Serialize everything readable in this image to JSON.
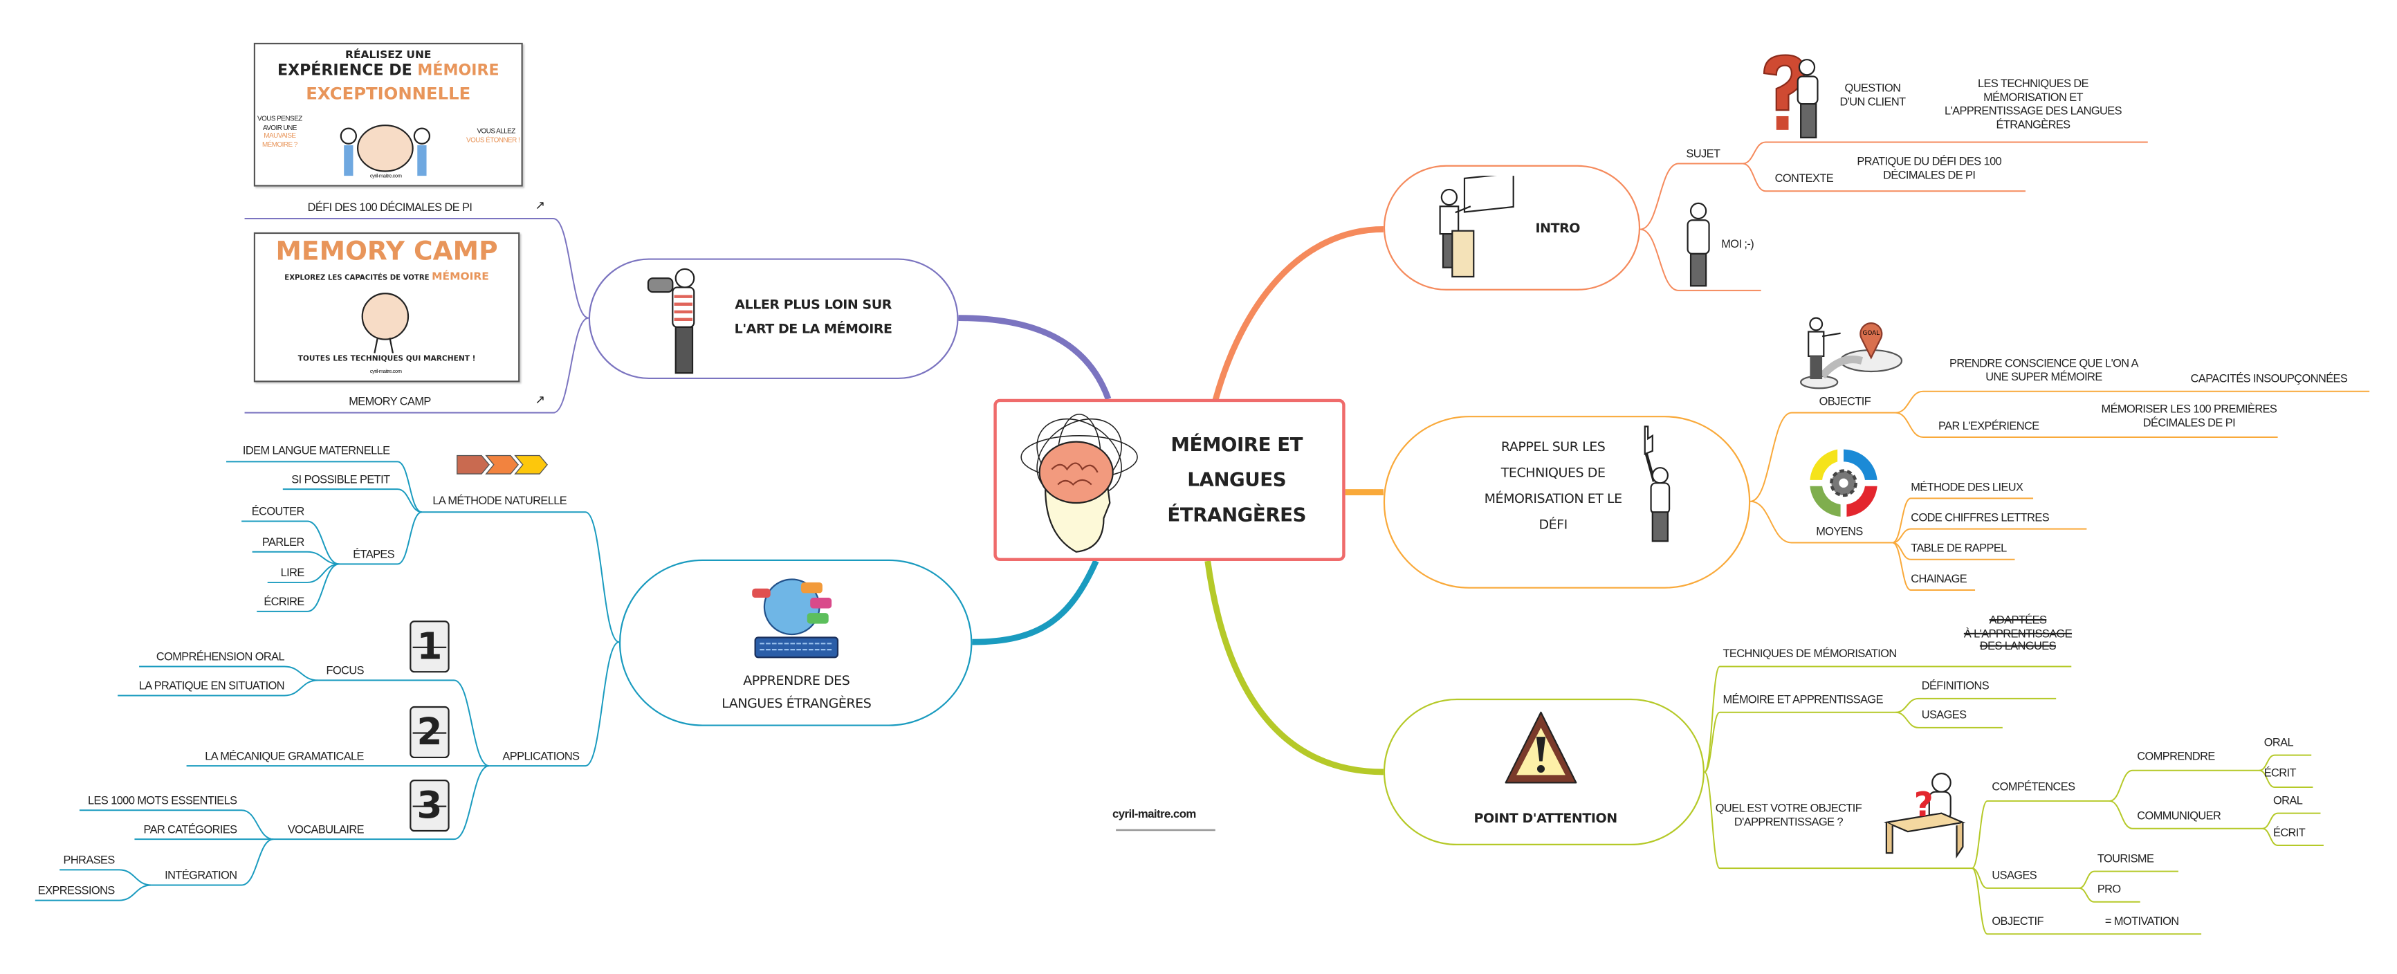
{
  "colors": {
    "center": "#ef6b6b",
    "intro": "#f58a5c",
    "rappel": "#f9a93a",
    "attention": "#b5c928",
    "aller": "#7b74c0",
    "apprendre": "#1a9bbf"
  },
  "center": {
    "title": "MÉMOIRE ET\nLANGUES\nÉTRANGÈRES"
  },
  "intro": {
    "title": "INTRO",
    "sujet": "SUJET",
    "question": "QUESTION\nD'UN CLIENT",
    "question_value": "LES TECHNIQUES DE\nMÉMORISATION ET\nL'APPRENTISSAGE DES LANGUES\nÉTRANGÈRES",
    "contexte": "CONTEXTE",
    "contexte_value": "PRATIQUE DU DÉFI DES 100\nDÉCIMALES DE PI",
    "moi": "MOI ;-)"
  },
  "rappel": {
    "title": "RAPPEL SUR LES\nTECHNIQUES DE\nMÉMORISATION ET LE\nDÉFI",
    "objectif": "OBJECTIF",
    "goal_label": "GOAL",
    "prendre": "PRENDRE CONSCIENCE QUE L'ON A\nUNE SUPER MÉMOIRE",
    "capacites": "CAPACITÉS INSOUPÇONNÉES",
    "experience": "PAR L'EXPÉRIENCE",
    "memoriser": "MÉMORISER LES 100 PREMIÈRES\nDÉCIMALES DE PI",
    "moyens": "MOYENS",
    "moyens_items": [
      "MÉTHODE DES LIEUX",
      "CODE CHIFFRES LETTRES",
      "TABLE DE RAPPEL",
      "CHAINAGE"
    ]
  },
  "attention": {
    "title": "POINT D'ATTENTION",
    "techniques": "TECHNIQUES DE MÉMORISATION",
    "adaptees": "ADAPTÉES\nÀ L'APPRENTISSAGE\nDES LANGUES",
    "memoire_app": "MÉMOIRE ET APPRENTISSAGE",
    "definitions": "DÉFINITIONS",
    "usages": "USAGES",
    "question": "QUEL EST VOTRE OBJECTIF\nD'APPRENTISSAGE ?",
    "competences": "COMPÉTENCES",
    "comprendre": "COMPRENDRE",
    "communiquer": "COMMUNIQUER",
    "oral": "ORAL",
    "ecrit": "ÉCRIT",
    "usages2": "USAGES",
    "tourisme": "TOURISME",
    "pro": "PRO",
    "objectif": "OBJECTIF",
    "motivation": "= MOTIVATION"
  },
  "aller": {
    "title": "ALLER PLUS LOIN SUR\nL'ART DE LA MÉMOIRE",
    "link1": "DÉFI DES 100 DÉCIMALES DE PI",
    "link2": "MEMORY CAMP",
    "poster1": {
      "l1": "RÉALISEZ UNE",
      "l2a": "EXPÉRIENCE DE ",
      "l2b": "MÉMOIRE",
      "l3": "EXCEPTIONNELLE",
      "left": "VOUS PENSEZ\nAVOIR UNE",
      "left_b": "MAUVAISE\nMÉMOIRE ?",
      "right": "VOUS ALLEZ",
      "right_b": "VOUS ÉTONNER !",
      "site": "cyril-maitre.com"
    },
    "poster2": {
      "l1": "MEMORY CAMP",
      "l2a": "EXPLOREZ LES CAPACITÉS DE VOTRE ",
      "l2b": "MÉMOIRE",
      "l3": "TOUTES LES TECHNIQUES QUI MARCHENT !",
      "site": "cyril-maitre.com"
    }
  },
  "apprendre": {
    "title": "APPRENDRE DES\nLANGUES ÉTRANGÈRES",
    "methode": "LA MÉTHODE NATURELLE",
    "idem": "IDEM LANGUE MATERNELLE",
    "petit": "SI POSSIBLE PETIT",
    "etapes": "ÉTAPES",
    "etapes_items": [
      "ÉCOUTER",
      "PARLER",
      "LIRE",
      "ÉCRIRE"
    ],
    "applications": "APPLICATIONS",
    "focus": "FOCUS",
    "comprehension": "COMPRÉHENSION ORAL",
    "pratique": "LA PRATIQUE EN SITUATION",
    "mecanique": "LA MÉCANIQUE GRAMATICALE",
    "vocabulaire": "VOCABULAIRE",
    "mots": "LES 1000 MOTS ESSENTIELS",
    "categories": "PAR CATÉGORIES",
    "integration": "INTÉGRATION",
    "phrases": "PHRASES",
    "expressions": "EXPRESSIONS",
    "cards": [
      "1",
      "2",
      "3"
    ]
  },
  "footer": {
    "site": "cyril-maitre.com"
  }
}
